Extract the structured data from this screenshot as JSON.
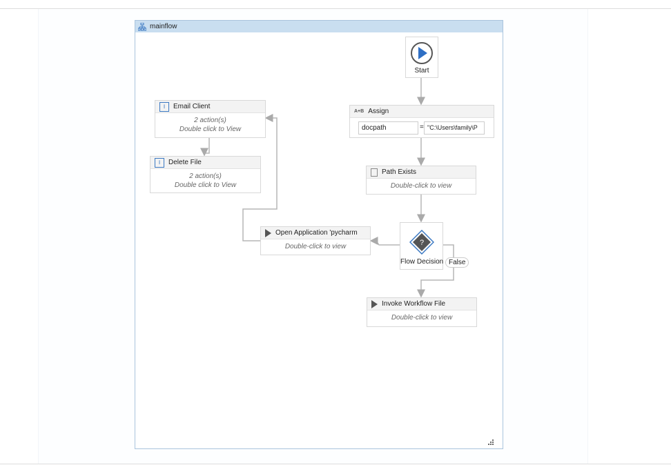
{
  "workflow": {
    "title": "mainflow",
    "icon": "flowchart-icon"
  },
  "start": {
    "label": "Start"
  },
  "assign": {
    "title": "Assign",
    "to": "docpath",
    "value": "\"C:\\Users\\family\\P ",
    "equals": "="
  },
  "path_exists": {
    "title": "Path Exists",
    "body": "Double-click to view"
  },
  "decision": {
    "label": "Flow Decision",
    "false_label": "False"
  },
  "open_app": {
    "title": "Open Application 'pycharm",
    "body": "Double-click to view"
  },
  "invoke": {
    "title": "Invoke Workflow File",
    "body": "Double-click to view"
  },
  "email": {
    "title": "Email Client",
    "line1": "2 action(s)",
    "line2": "Double click to View"
  },
  "delete": {
    "title": "Delete File",
    "line1": "2 action(s)",
    "line2": "Double click to View"
  },
  "colors": {
    "header": "#c9def0",
    "accent": "#2f6fc4",
    "decision": "#555555"
  }
}
